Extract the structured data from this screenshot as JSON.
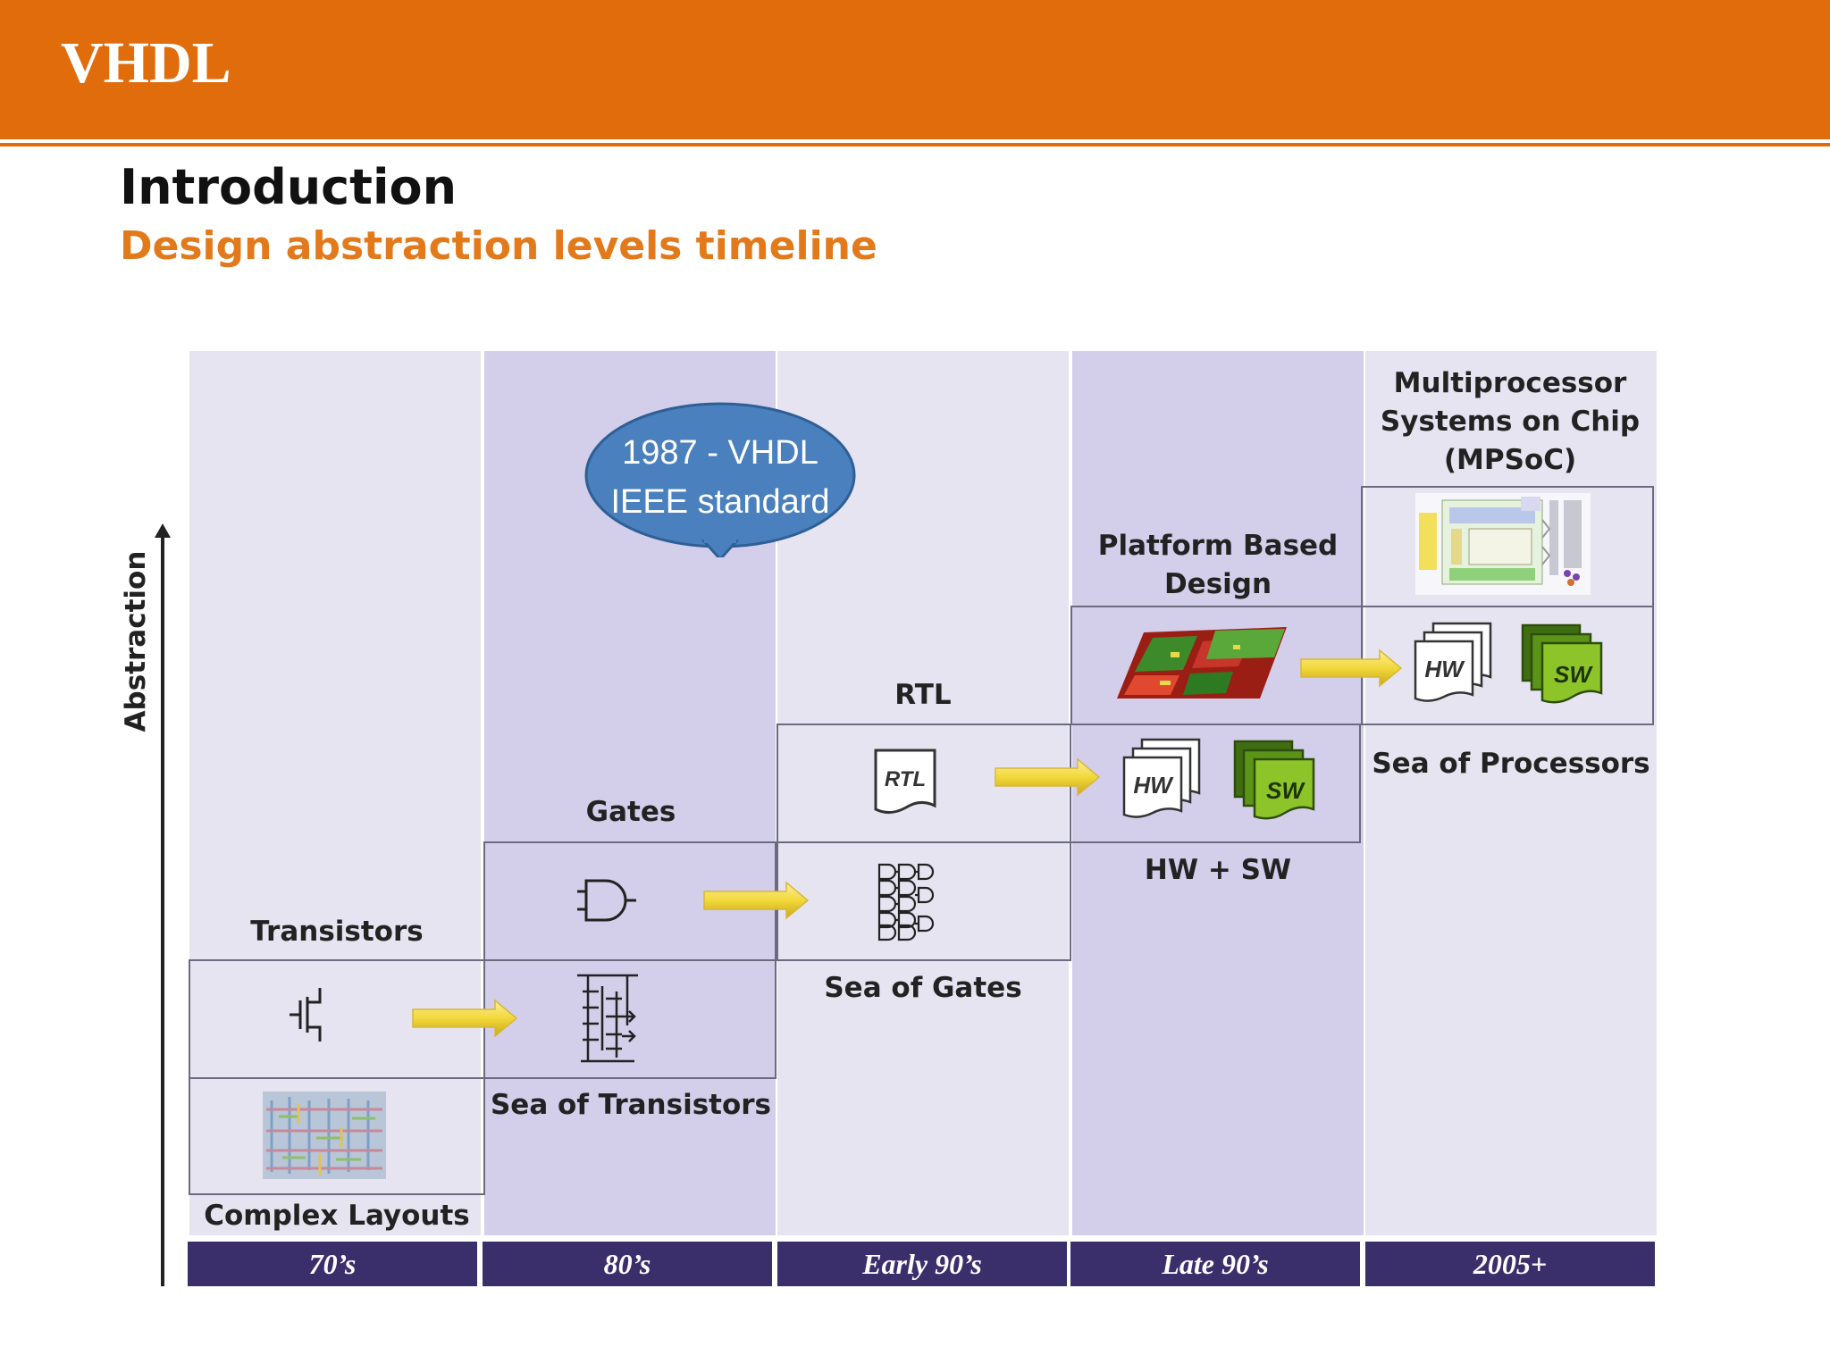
{
  "header": {
    "title": "VHDL"
  },
  "slide": {
    "title": "Introduction",
    "subtitle": "Design abstraction levels timeline"
  },
  "diagram": {
    "axis_label": "Abstraction",
    "eras": [
      "70’s",
      "80’s",
      "Early 90’s",
      "Late 90’s",
      "2005+"
    ],
    "levels": {
      "transistors": "Transistors",
      "complex_layouts": "Complex Layouts",
      "gates": "Gates",
      "sea_of_transistors": "Sea of Transistors",
      "rtl": "RTL",
      "sea_of_gates": "Sea of Gates",
      "platform_based_design": [
        "Platform Based",
        "Design"
      ],
      "hw_sw": "HW + SW",
      "mpsoc": [
        "Multiprocessor",
        "Systems on Chip",
        "(MPSoC)"
      ],
      "sea_of_processors": "Sea of Processors"
    },
    "icon_labels": {
      "rtl": "RTL",
      "hw": "HW",
      "sw": "SW"
    },
    "callout": [
      "1987 - VHDL",
      "IEEE standard"
    ],
    "colors": {
      "header": "#e06c0c",
      "subtitle": "#e27a1c",
      "column_light": "#e7e4f1",
      "column_dark": "#d3ceea",
      "era_bar": "#3a2f6b",
      "callout": "#4a80bd",
      "arrow": "#f2dc4a",
      "sw_green": "#6aae1a"
    }
  }
}
